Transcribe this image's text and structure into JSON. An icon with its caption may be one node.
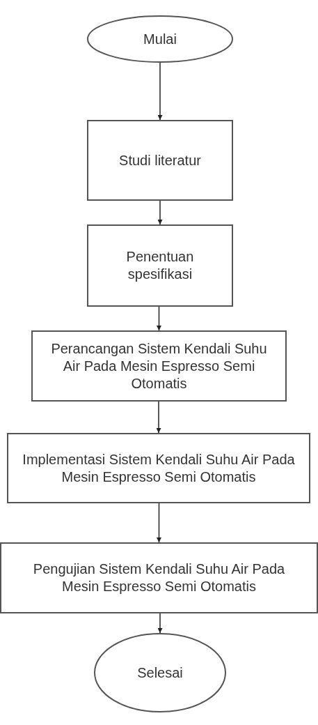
{
  "diagram": {
    "nodes": [
      {
        "text": [
          "Mulai"
        ]
      },
      {
        "text": [
          "Studi literatur"
        ]
      },
      {
        "text": [
          "Penentuan spesifikasi"
        ]
      },
      {
        "text": [
          "Perancangan Sistem Kendali Suhu Air Pada Mesin Espresso Semi Otomatis"
        ]
      },
      {
        "text": [
          "Implementasi Sistem Kendali Suhu Air Pada Mesin Espresso Semi Otomatis"
        ]
      },
      {
        "text": [
          "Pengujian Sistem Kendali Suhu Air Pada Mesin Espresso Semi Otomatis"
        ]
      },
      {
        "text": [
          "Selesai"
        ]
      }
    ],
    "edges": [
      {
        "from": 0,
        "to": 1,
        "arrow": "to"
      },
      {
        "from": 1,
        "to": 2,
        "arrow": "to"
      },
      {
        "from": 2,
        "to": 3,
        "arrow": "to"
      },
      {
        "from": 3,
        "to": 4,
        "arrow": "to"
      },
      {
        "from": 4,
        "to": 5,
        "arrow": "to"
      },
      {
        "from": 5,
        "to": 6,
        "arrow": "to"
      }
    ]
  }
}
